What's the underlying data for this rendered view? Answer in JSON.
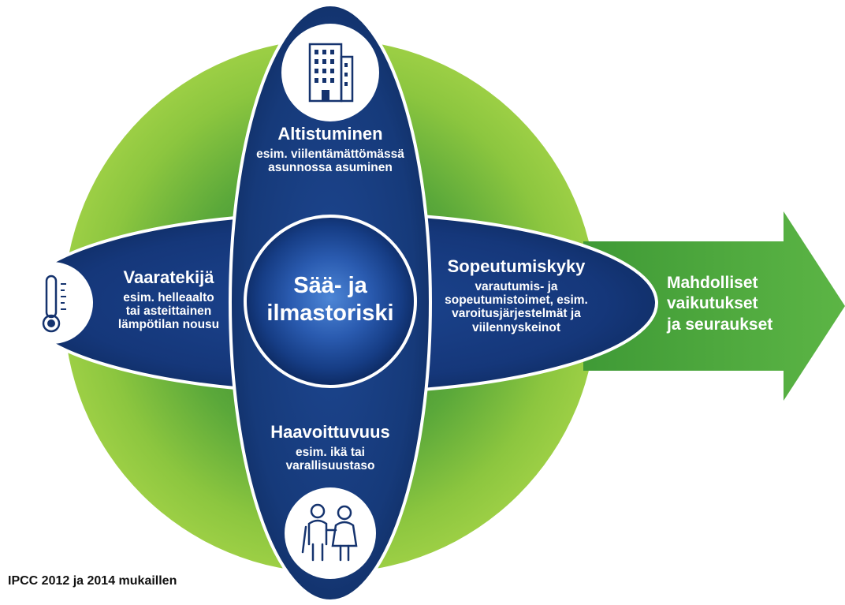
{
  "center": {
    "line1": "Sää- ja",
    "line2": "ilmastoriski"
  },
  "petals": {
    "top": {
      "title": "Altistuminen",
      "line1": "esim. viilentämättömässä",
      "line2": "asunnossa asuminen",
      "icon": "building-icon"
    },
    "left": {
      "title": "Vaaratekijä",
      "line1": "esim. helleaalto",
      "line2": "tai asteittainen",
      "line3": "lämpötilan nousu",
      "icon": "thermometer-icon"
    },
    "right": {
      "title": "Sopeutumiskyky",
      "line1": "varautumis- ja",
      "line2": "sopeutumistoimet, esim.",
      "line3": "varoitusjärjestelmät ja",
      "line4": "viilennyskeinot"
    },
    "bottom": {
      "title": "Haavoittuvuus",
      "line1": "esim. ikä tai",
      "line2": "varallisuustaso",
      "icon": "elderly-couple-icon"
    }
  },
  "arrow": {
    "line1": "Mahdolliset",
    "line2": "vaikutukset",
    "line3": "ja seuraukset"
  },
  "source": "IPCC 2012 ja 2014 mukaillen",
  "colors": {
    "green_light": "#8cc63f",
    "green_dark": "#3a8a2e",
    "navy": "#15336e",
    "navy_dark": "#0b1f4f",
    "blue_glow": "#3b73c8",
    "white": "#ffffff"
  }
}
